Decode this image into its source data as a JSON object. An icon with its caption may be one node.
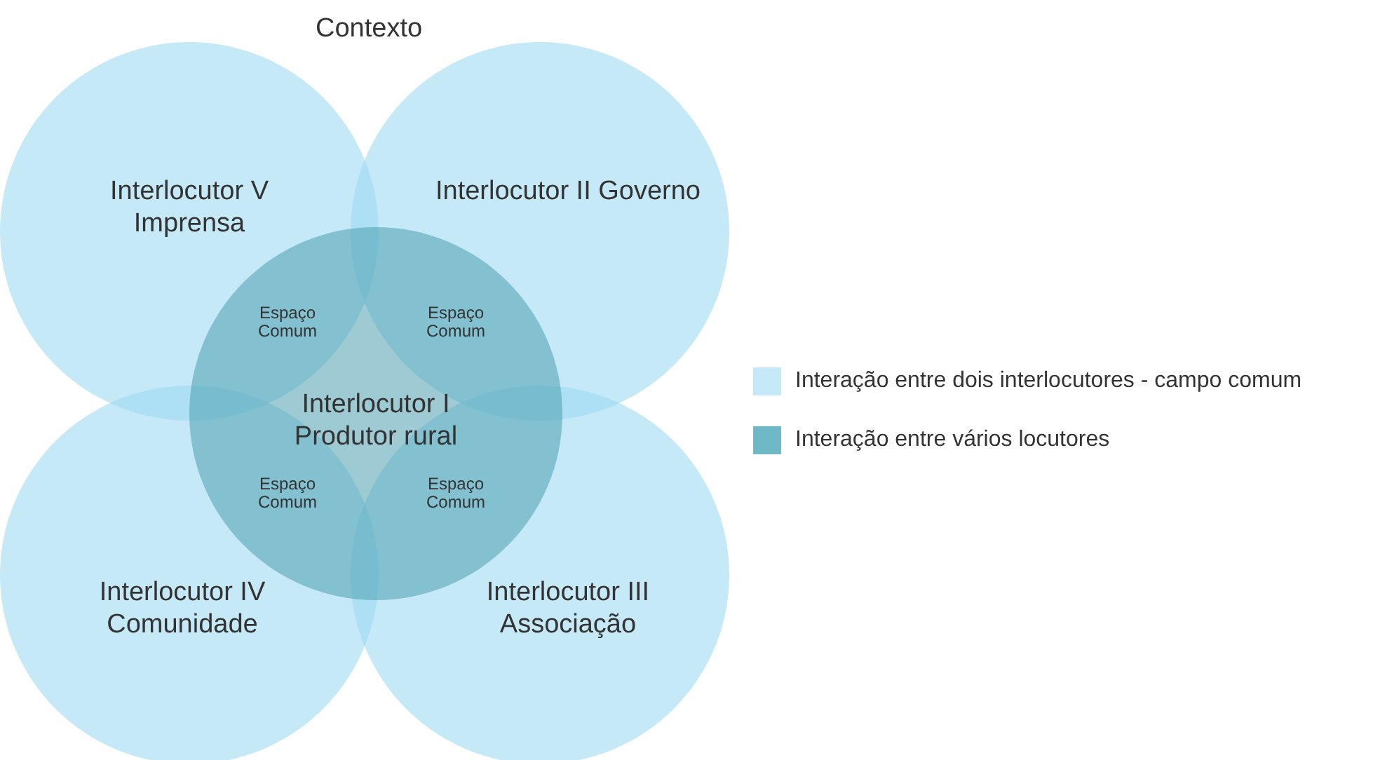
{
  "diagram": {
    "title": "Contexto",
    "nodes": [
      {
        "text": [
          "Interlocutor V Imprensa"
        ]
      },
      {
        "text": [
          "Interlocutor II Governo"
        ]
      },
      {
        "text": [
          "Interlocutor I Produtor rural"
        ]
      },
      {
        "text": [
          "Interlocutor IV Comunidade"
        ]
      },
      {
        "text": [
          "Interlocutor III Associação"
        ]
      }
    ],
    "edges": [],
    "labels": [
      "Espaço Comum",
      "Espaço Comum",
      "Espaço Comum",
      "Espaço Comum"
    ],
    "legend": [
      {
        "text": "Interação entre dois interlocutores - campo comum",
        "color": "#c6e9f8"
      },
      {
        "text": "Interação entre vários locutores",
        "color": "#6fb9c6"
      }
    ]
  }
}
